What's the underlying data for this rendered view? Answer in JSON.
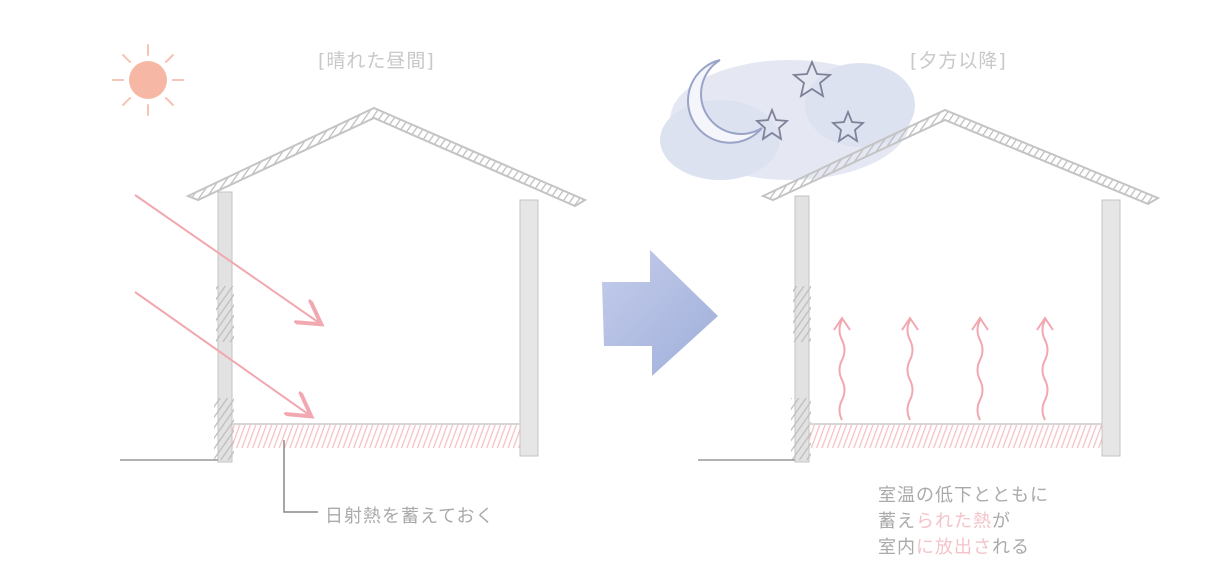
{
  "day": {
    "title": "[晴れた昼間]",
    "note": "日射熱を蓄えておく"
  },
  "night": {
    "title": "[夕方以降]",
    "note_line1": "室温の低下とともに",
    "note_line2_a": "蓄え",
    "note_line2_b": "られた",
    "note_line2_c": "熱",
    "note_line2_d": "が",
    "note_line3_a": "室内",
    "note_line3_b": "に放出さ",
    "note_line3_c": "れる"
  },
  "colors": {
    "structure": "#c9c9c9",
    "heat": "#f1a4ac",
    "arrow": "#9aa8d6",
    "sun": "#f2a08c",
    "night_sky": "#c7cde6"
  },
  "icons": [
    "sun-icon",
    "moon-icon",
    "star-icon",
    "transition-arrow-icon"
  ]
}
